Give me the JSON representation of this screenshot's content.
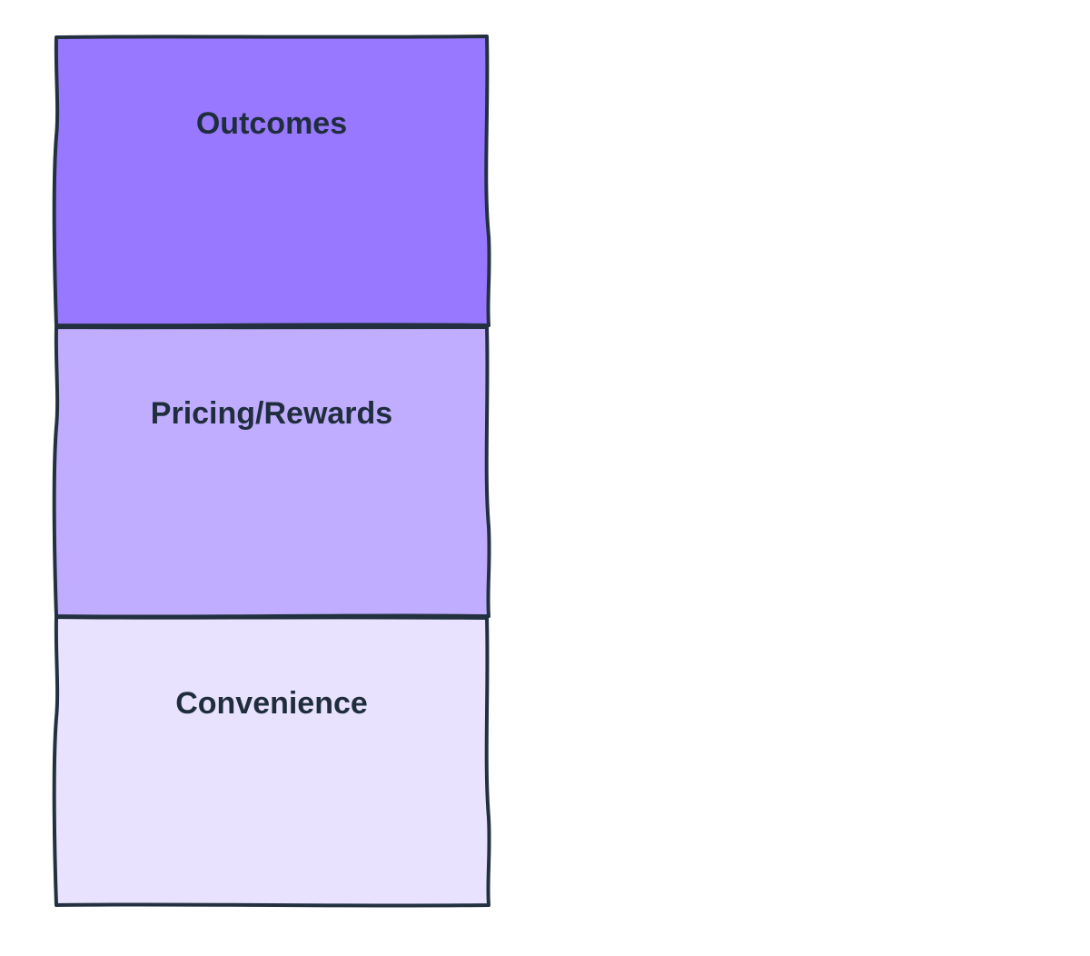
{
  "blocks": [
    {
      "label": "Outcomes",
      "color": "#9878ff"
    },
    {
      "label": "Pricing/Rewards",
      "color": "#c1adff"
    },
    {
      "label": "Convenience",
      "color": "#e8e2fe"
    }
  ],
  "stroke_color": "#22303f"
}
